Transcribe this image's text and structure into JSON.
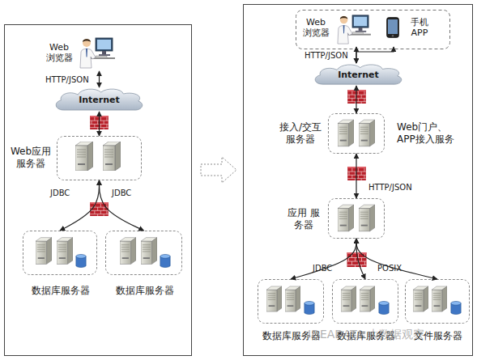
{
  "diagram": {
    "nodes": [
      {
        "text": [
          "Web 浏览器"
        ]
      },
      {
        "text": [
          "Internet"
        ]
      },
      {
        "text": [
          "Web应用 服务器"
        ]
      },
      {
        "text": [
          "数据库服务器"
        ]
      },
      {
        "text": [
          "数据库服务器"
        ]
      },
      {
        "text": [
          "Web 浏览器"
        ]
      },
      {
        "text": [
          "手机 APP"
        ]
      },
      {
        "text": [
          "Internet"
        ]
      },
      {
        "text": [
          "接入/交互 服务器",
          "Web门户、 APP接入服务"
        ]
      },
      {
        "text": [
          "应用 服务器"
        ]
      },
      {
        "text": [
          "数据库服务器"
        ]
      },
      {
        "text": [
          "数据库服务器"
        ]
      },
      {
        "text": [
          "文件服务器"
        ]
      }
    ],
    "edges": [
      {
        "from": 0,
        "to": 1,
        "arrow": "both",
        "label": "HTTP/JSON"
      },
      {
        "from": 1,
        "to": 2,
        "arrow": "both"
      },
      {
        "from": 2,
        "to": 3,
        "arrow": "both",
        "label": "JDBC"
      },
      {
        "from": 2,
        "to": 4,
        "arrow": "both",
        "label": "JDBC"
      },
      {
        "from": 5,
        "to": 7,
        "arrow": "both",
        "label": "HTTP/JSON"
      },
      {
        "from": 6,
        "to": 7,
        "arrow": "both"
      },
      {
        "from": 7,
        "to": 8,
        "arrow": "both"
      },
      {
        "from": 8,
        "to": 9,
        "arrow": "both",
        "label": "HTTP/JSON"
      },
      {
        "from": 9,
        "to": 10,
        "arrow": "both",
        "label": "JDBC"
      },
      {
        "from": 9,
        "to": 11,
        "arrow": "both"
      },
      {
        "from": 9,
        "to": 12,
        "arrow": "both",
        "label": "POSIX"
      }
    ],
    "labels": [
      "IDEADATA 大数据观察"
    ]
  }
}
